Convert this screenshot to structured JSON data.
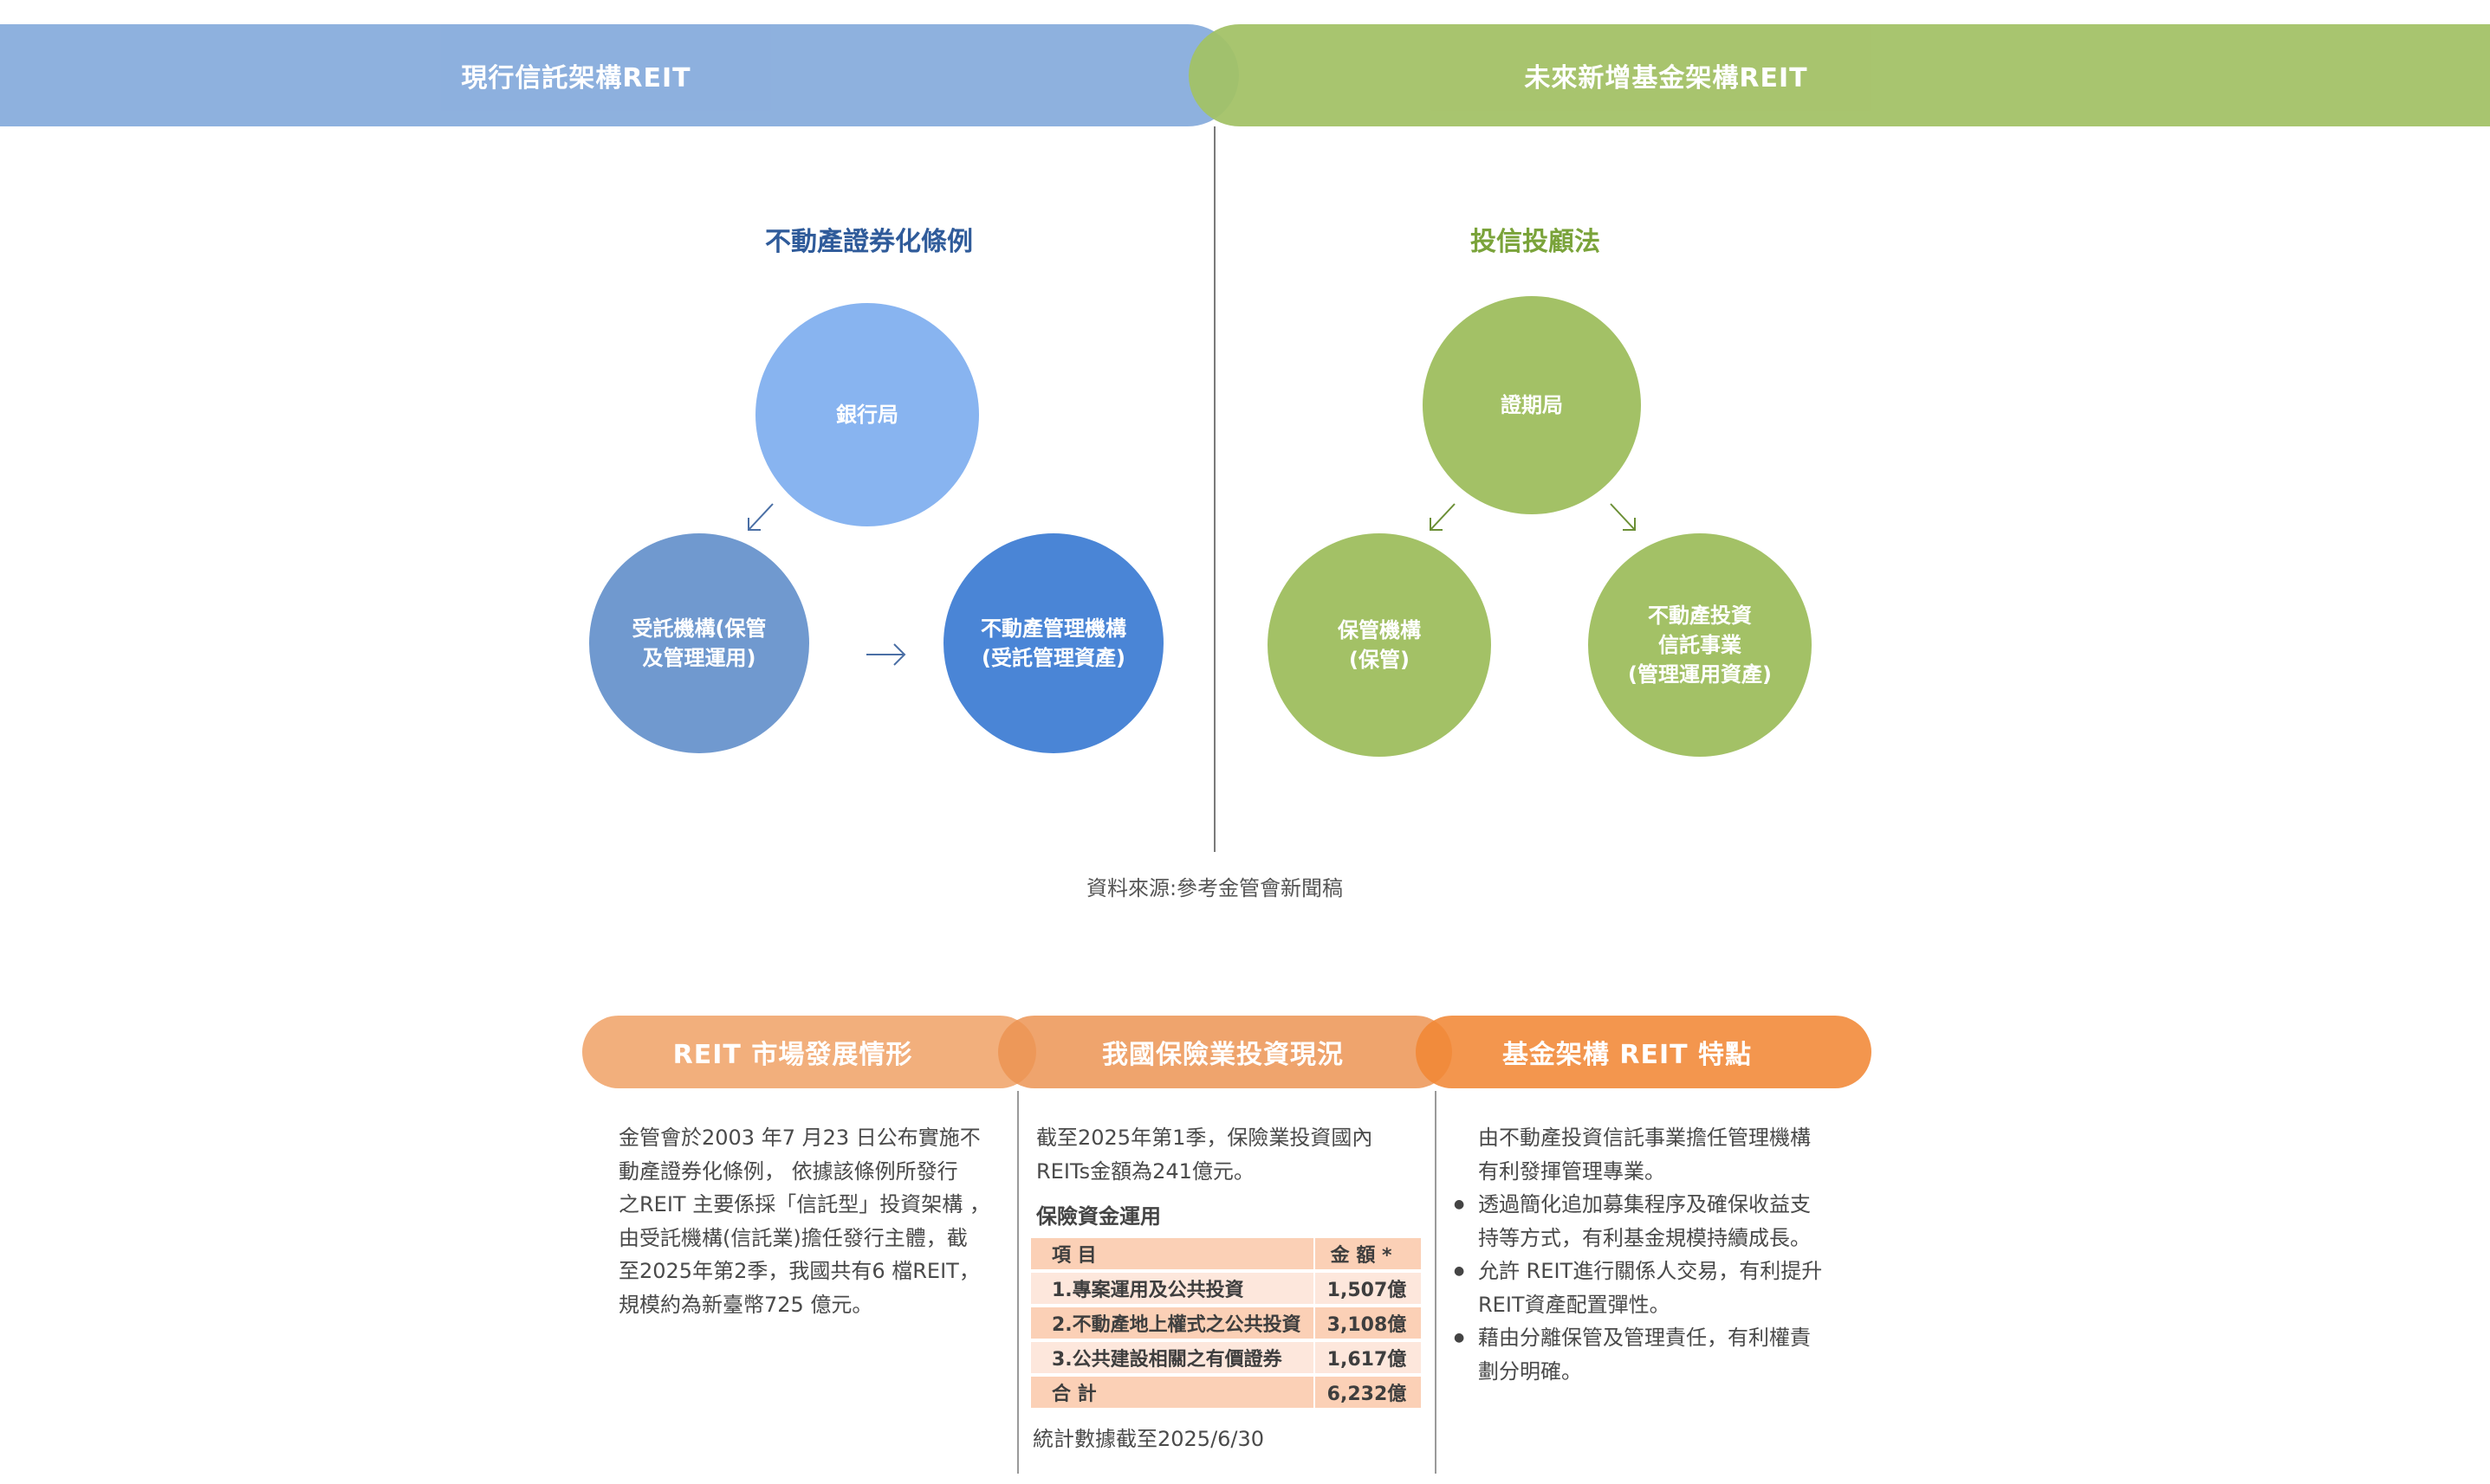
{
  "top": {
    "left_banner": "現行信託架構REIT",
    "right_banner": "未來新增基金架構REIT"
  },
  "left": {
    "law": "不動產證券化條例",
    "circle_top": "銀行局",
    "circle_left": "受託機構(保管\n及管理運用)",
    "circle_right": "不動產管理機構\n(受託管理資產)"
  },
  "right": {
    "law": "投信投顧法",
    "circle_top": "證期局",
    "circle_left": "保管機構\n(保管)",
    "circle_right": "不動產投資\n信託事業\n(管理運用資產)"
  },
  "source": "資料來源:參考金管會新聞稿",
  "bottom": {
    "pills": [
      "REIT 市場發展情形",
      "我國保險業投資現況",
      "基金架構 REIT 特點"
    ],
    "col1_text": "金管會於2003 年7 月23 日公布實施不\n動產證券化條例， 依據該條例所發行\n之REIT 主要係採「信託型」投資架構 ，\n由受託機構(信託業)擔任發行主體，截\n至2025年第2季，我國共有6 檔REIT，\n規模約為新臺幣725 億元。",
    "col2_text": "截至2025年第1季，保險業投資國內\nREITs金額為241億元。",
    "col2_subhead": "保險資金運用",
    "table": {
      "header": [
        "項 目",
        "金 額 *"
      ],
      "rows": [
        [
          "1.專案運用及公共投資",
          "1,507億"
        ],
        [
          "2.不動產地上權式之公共投資",
          "3,108億"
        ],
        [
          "3.公共建設相關之有價證券",
          "1,617億"
        ]
      ],
      "total": [
        "合 計",
        "6,232億"
      ]
    },
    "col2_note": "統計數據截至2025/6/30",
    "col3_intro": "由不動產投資信託事業擔任管理機構\n有利發揮管理專業。",
    "col3_bullets": [
      "透過簡化追加募集程序及確保收益支\n持等方式，有利基金規模持續成長。",
      "允許 REIT進行關係人交易，有利提升\nREIT資產配置彈性。",
      "藉由分離保管及管理責任，有利權責\n劃分明確。"
    ]
  },
  "colors": {
    "blue_banner": "#8aaedd",
    "green_banner": "#a3c166",
    "circle_blue_light": "#88b4f0",
    "circle_blue_mid": "#7099cf",
    "circle_blue_dark": "#4a85d6",
    "circle_green": "#a3c166",
    "law_blue": "#2f5b9a",
    "law_green": "#7aa33a"
  }
}
